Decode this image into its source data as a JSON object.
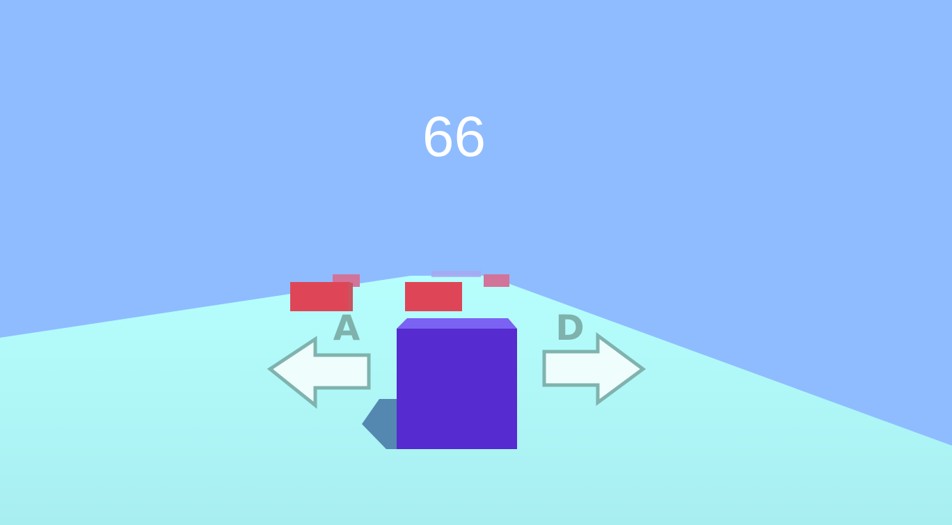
{
  "hud": {
    "score": "66"
  },
  "controls": {
    "left_key": "A",
    "right_key": "D"
  },
  "colors": {
    "sky": "#8fbcff",
    "ground": "#b2fefd",
    "player": "#562bcf",
    "obstacle": "#de4657"
  }
}
